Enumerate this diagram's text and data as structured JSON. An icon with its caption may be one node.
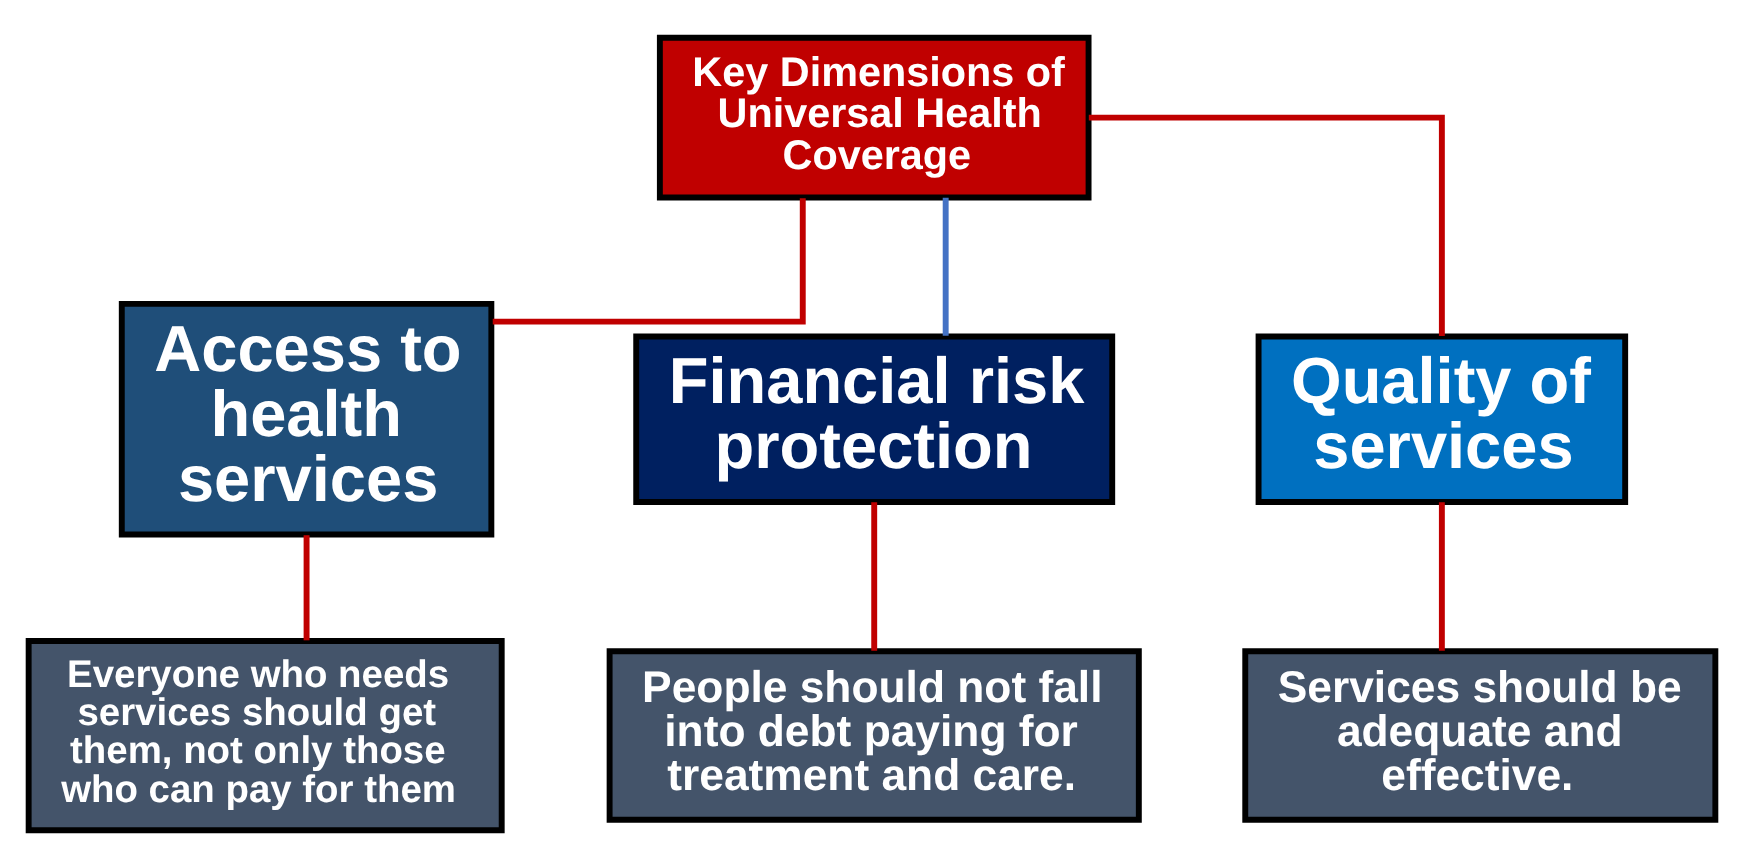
{
  "diagram": {
    "nodes": [
      {
        "text": [
          "Key Dimensions of Universal Health Coverage"
        ]
      },
      {
        "text": [
          "Access to health services"
        ]
      },
      {
        "text": [
          "Financial risk protection"
        ]
      },
      {
        "text": [
          "Quality of services"
        ]
      },
      {
        "text": [
          "Everyone who needs services should get them, not only those who can pay for them"
        ]
      },
      {
        "text": [
          "People should not fall into debt paying for treatment and care."
        ]
      },
      {
        "text": [
          "Services should be adequate and effective."
        ]
      }
    ],
    "edges": [
      {
        "from": 0,
        "to": 1,
        "arrow": "none"
      },
      {
        "from": 0,
        "to": 2,
        "arrow": "none",
        "color": "#4472c4"
      },
      {
        "from": 0,
        "to": 3,
        "arrow": "none"
      },
      {
        "from": 1,
        "to": 4,
        "arrow": "none"
      },
      {
        "from": 2,
        "to": 5,
        "arrow": "none"
      },
      {
        "from": 3,
        "to": 6,
        "arrow": "none"
      }
    ]
  }
}
